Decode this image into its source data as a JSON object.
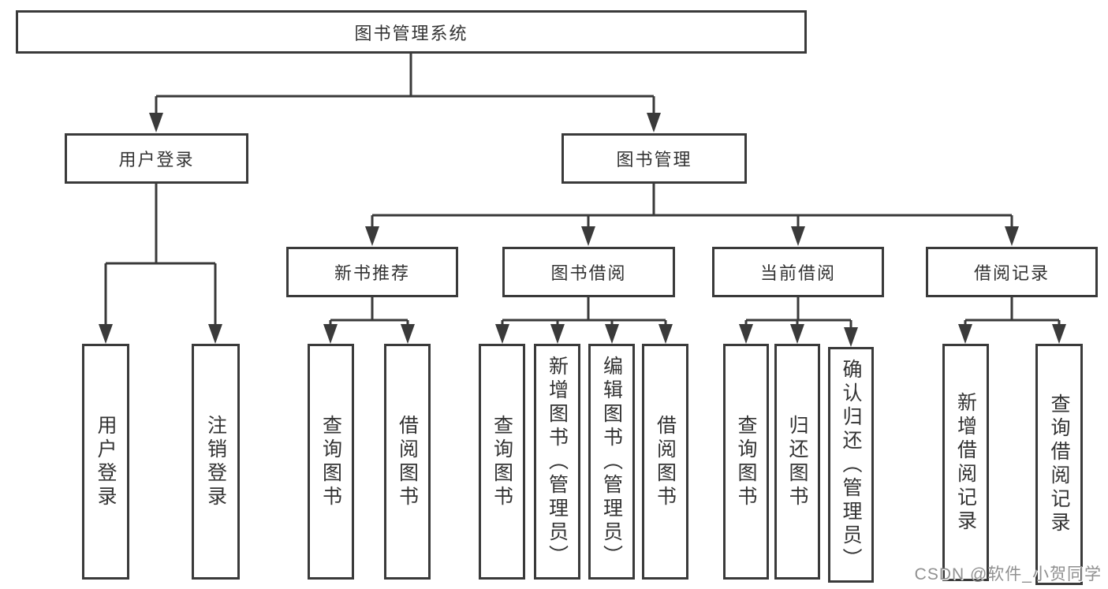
{
  "tree": {
    "label": "图书管理系统",
    "children": [
      {
        "label": "用户登录",
        "children": [
          {
            "label": "用户登录"
          },
          {
            "label": "注销登录"
          }
        ]
      },
      {
        "label": "图书管理",
        "children": [
          {
            "label": "新书推荐",
            "children": [
              {
                "label": "查询图书"
              },
              {
                "label": "借阅图书"
              }
            ]
          },
          {
            "label": "图书借阅",
            "children": [
              {
                "label": "查询图书"
              },
              {
                "label": "新增图书（管理员）"
              },
              {
                "label": "编辑图书（管理员）"
              },
              {
                "label": "借阅图书"
              }
            ]
          },
          {
            "label": "当前借阅",
            "children": [
              {
                "label": "查询图书"
              },
              {
                "label": "归还图书"
              },
              {
                "label": "确认归还（管理员）"
              }
            ]
          },
          {
            "label": "借阅记录",
            "children": [
              {
                "label": "新增借阅记录"
              },
              {
                "label": "查询借阅记录"
              }
            ]
          }
        ]
      }
    ]
  },
  "colors": {
    "line": "#3a3a3a",
    "text": "#333333",
    "watermark_text": "#909090"
  },
  "watermark": {
    "text": "CSDN @软件_小贺同学"
  }
}
